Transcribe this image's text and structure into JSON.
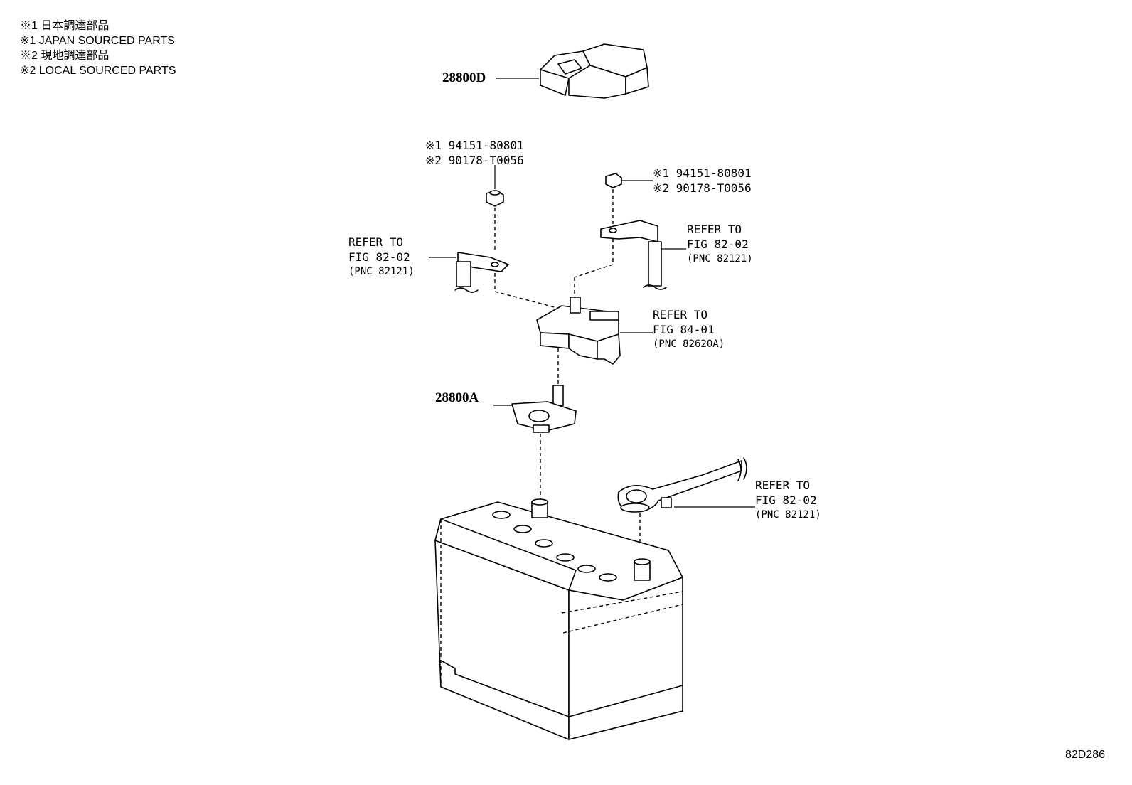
{
  "legend": [
    "※1 日本調達部品",
    "※1 JAPAN SOURCED PARTS",
    "※2 現地調達部品",
    "※2 LOCAL SOURCED PARTS"
  ],
  "parts": {
    "sensor": "28800D",
    "terminal": "28800A",
    "nut_left": [
      "※1 94151-80801",
      "※2 90178-T0056"
    ],
    "nut_right": [
      "※1 94151-80801",
      "※2 90178-T0056"
    ]
  },
  "refs": {
    "left_cable": [
      "REFER TO",
      "FIG 82-02",
      "(PNC 82121)"
    ],
    "right_cable": [
      "REFER TO",
      "FIG 82-02",
      "(PNC 82121)"
    ],
    "fuse_block": [
      "REFER TO",
      "FIG 84-01",
      "(PNC 82620A)"
    ],
    "neg_cable": [
      "REFER TO",
      "FIG 82-02",
      "(PNC 82121)"
    ]
  },
  "figure_id": "82D286"
}
